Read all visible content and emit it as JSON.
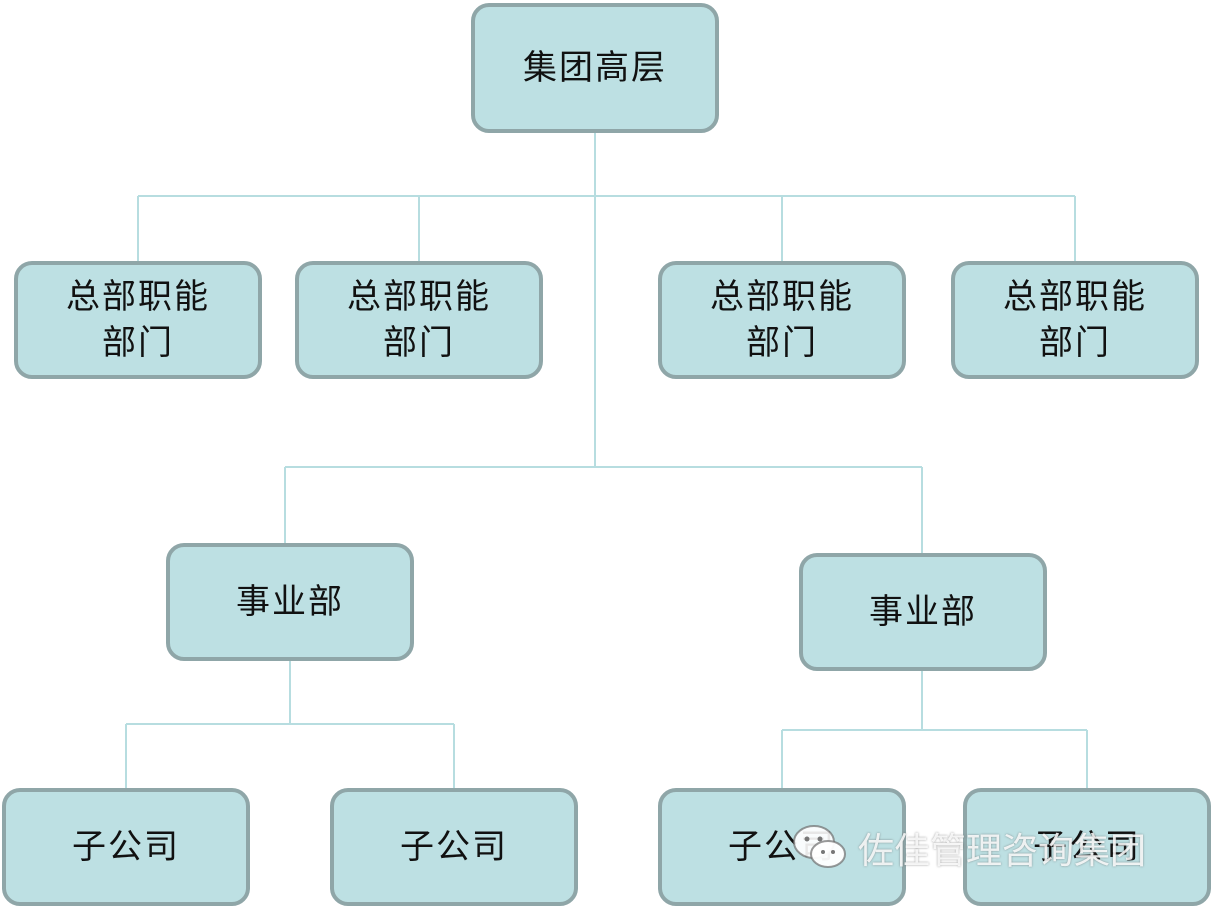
{
  "diagram": {
    "root": {
      "label": "集团高层"
    },
    "departments": [
      {
        "line1": "总部职能",
        "line2": "部门"
      },
      {
        "line1": "总部职能",
        "line2": "部门"
      },
      {
        "line1": "总部职能",
        "line2": "部门"
      },
      {
        "line1": "总部职能",
        "line2": "部门"
      }
    ],
    "divisions": [
      {
        "label": "事业部"
      },
      {
        "label": "事业部"
      }
    ],
    "subsidiaries": [
      {
        "label": "子公司"
      },
      {
        "label": "子公司"
      },
      {
        "label": "子公司"
      },
      {
        "label": "子公司"
      }
    ]
  },
  "watermark": {
    "text": "佐佳管理咨询集团",
    "icon": "wechat-icon"
  },
  "colors": {
    "node_fill": "#bde0e3",
    "node_border": "#8fa6a8",
    "connector": "#b7dde0"
  }
}
